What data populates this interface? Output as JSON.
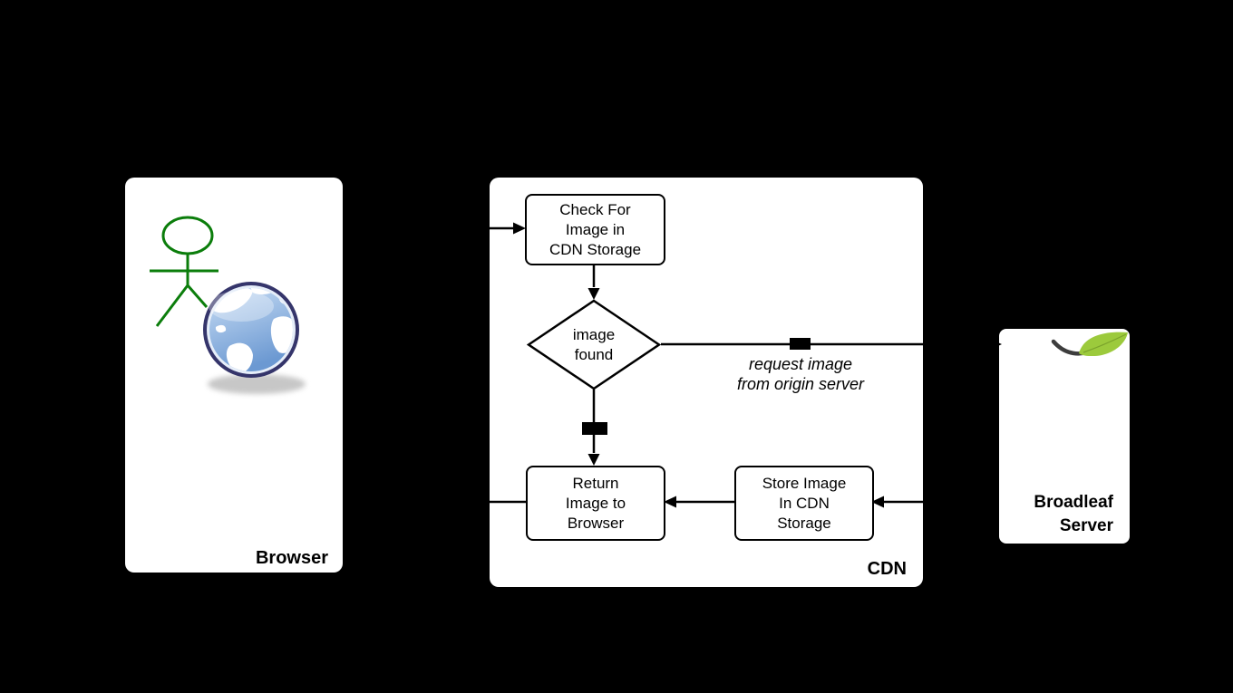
{
  "panels": {
    "browser": {
      "label": "Browser"
    },
    "cdn": {
      "label": "CDN"
    },
    "broadleaf": {
      "label_line1": "Broadleaf",
      "label_line2": "Server"
    }
  },
  "cdn": {
    "nodes": {
      "check": {
        "lines": [
          "Check For",
          "Image in",
          "CDN Storage"
        ]
      },
      "decision": {
        "lines": [
          "image",
          "found"
        ]
      },
      "return": {
        "lines": [
          "Return",
          "Image to",
          "Browser"
        ]
      },
      "store": {
        "lines": [
          "Store Image",
          "In CDN",
          "Storage"
        ]
      }
    },
    "edge_label": {
      "lines": [
        "request image",
        "from origin server"
      ]
    }
  },
  "icons": {
    "stick_figure": "stick-figure-icon",
    "globe": "globe-icon",
    "leaf": "broadleaf-leaf-icon"
  },
  "colors": {
    "background": "#000000",
    "panel": "#ffffff",
    "stroke": "#000000",
    "figure_green": "#0b7d0b",
    "leaf_green": "#9cca3c",
    "leaf_stem_gray": "#3d3d3d",
    "globe_ring": "#35356b",
    "globe_ocean_light": "#c9def5",
    "globe_ocean_dark": "#6c99d2"
  }
}
